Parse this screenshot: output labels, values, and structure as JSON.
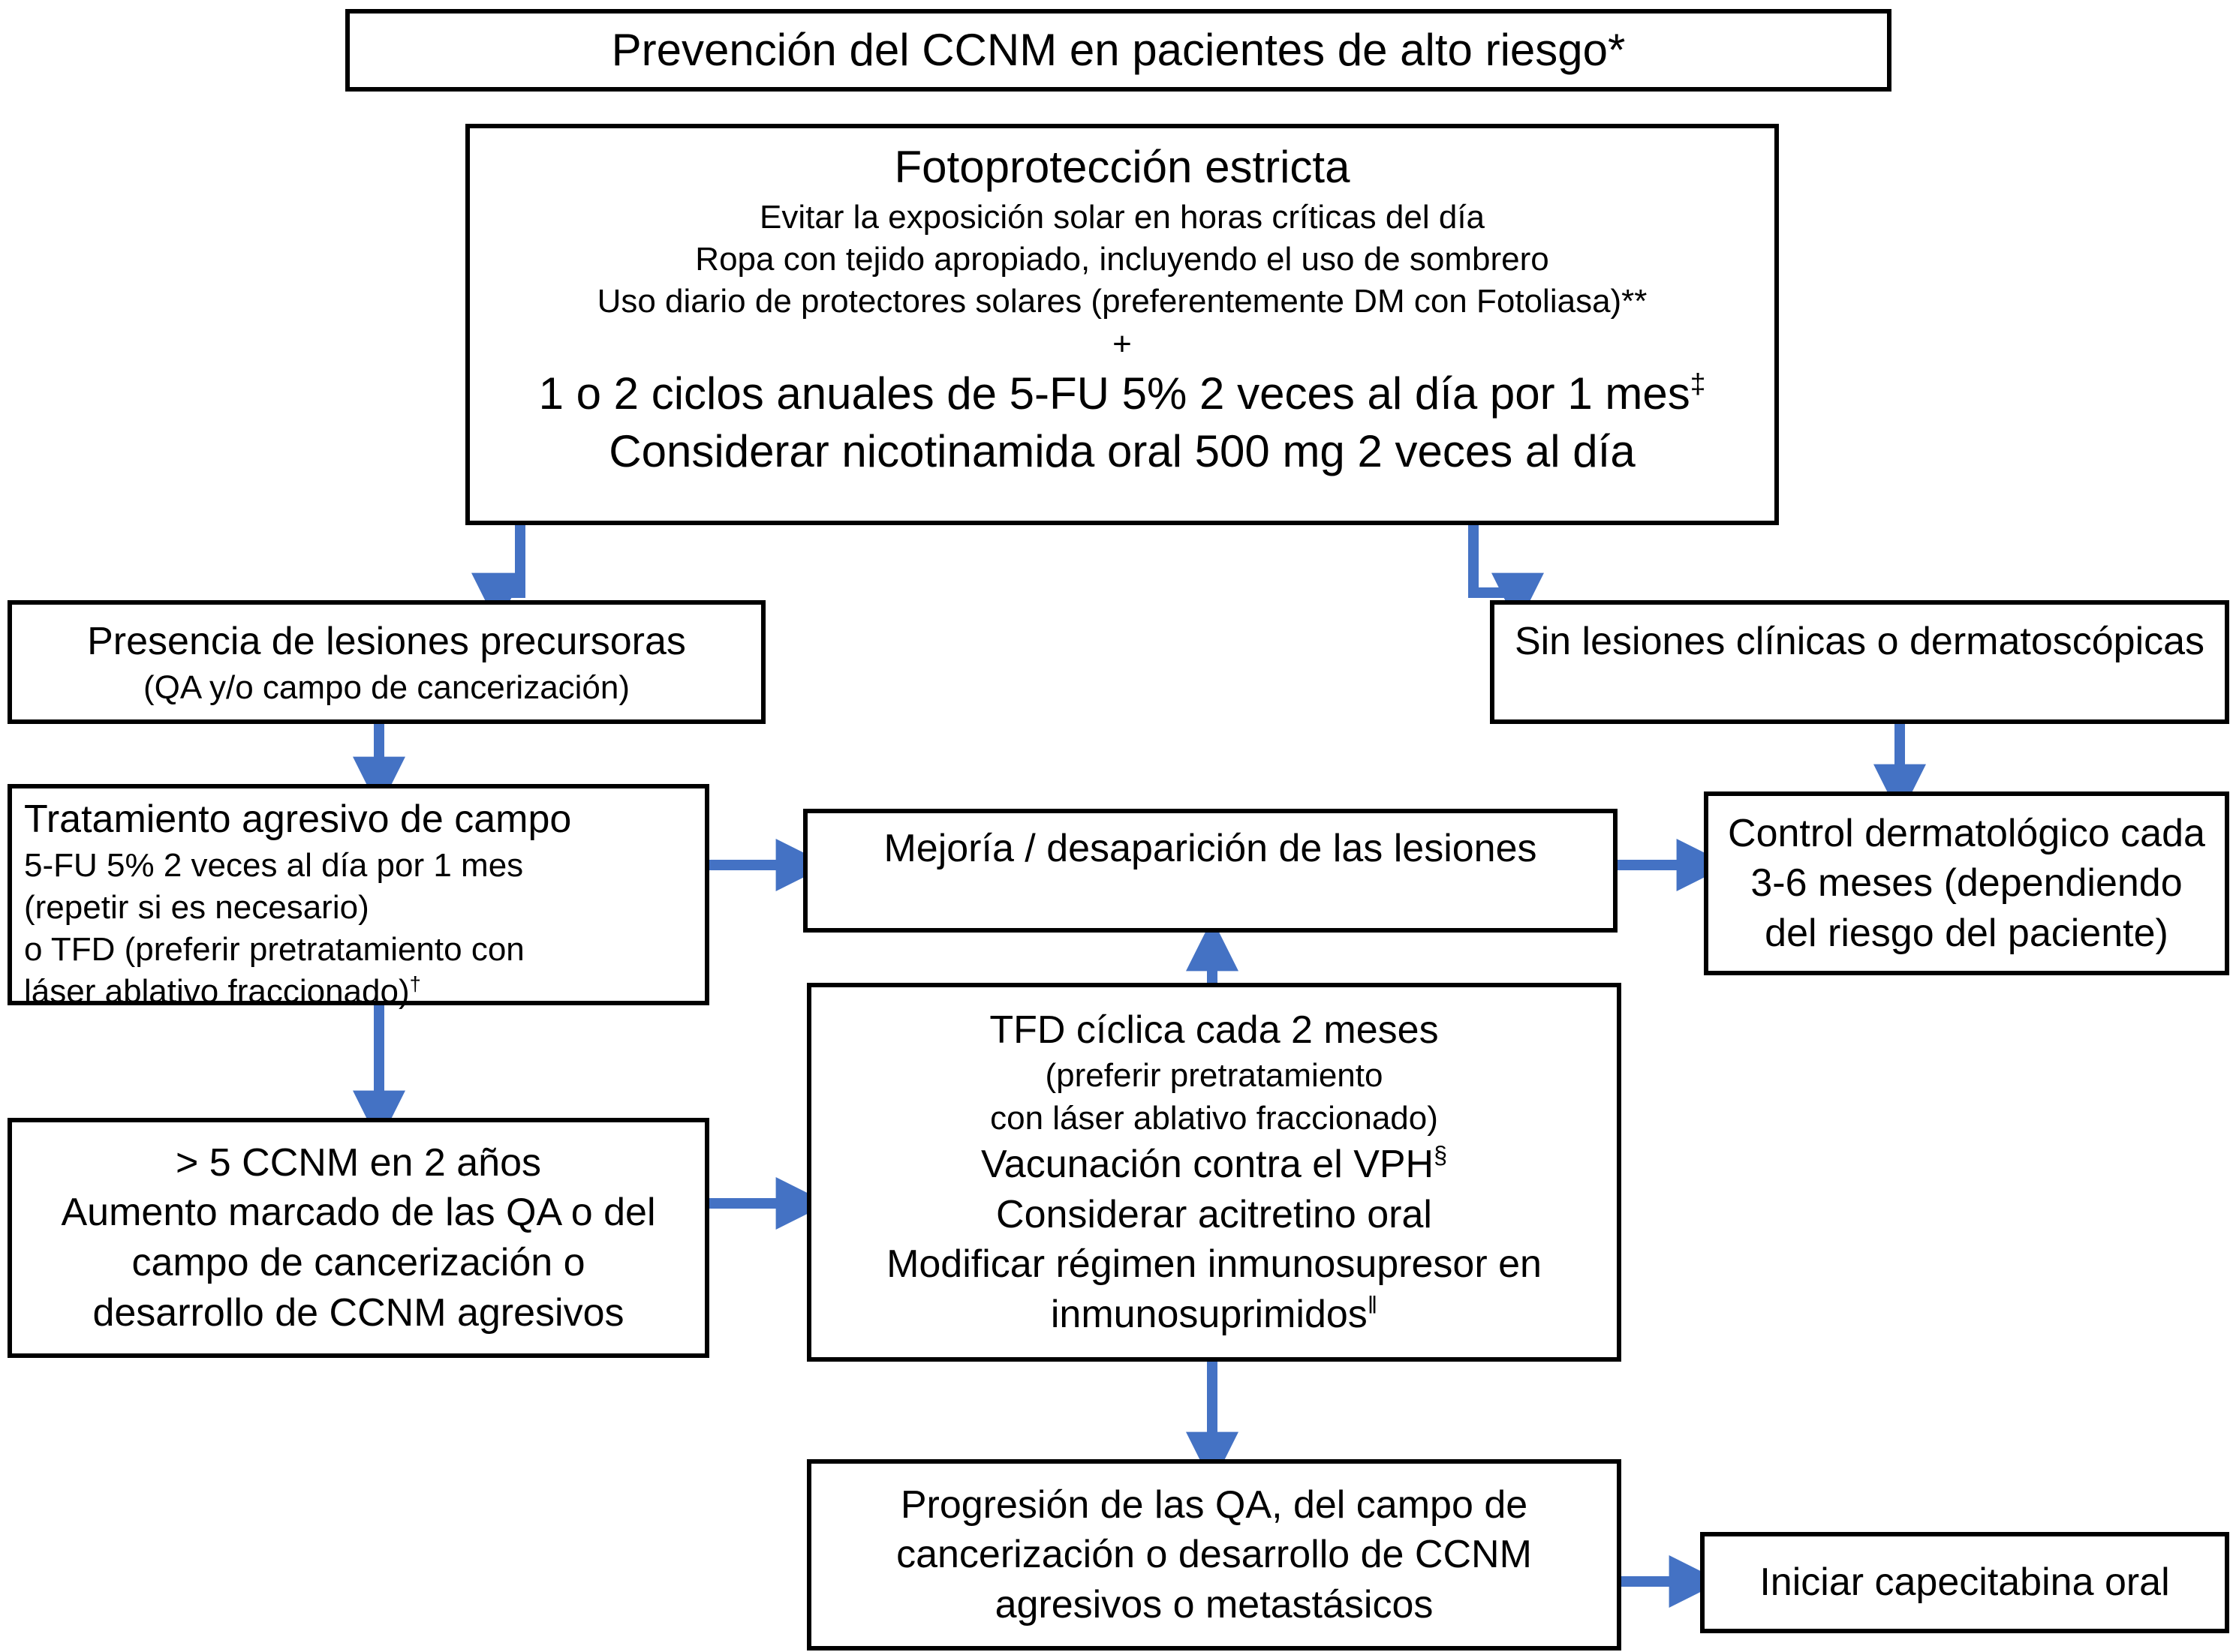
{
  "theme": {
    "arrow_color": "#4472C4",
    "border_color": "#000000",
    "background": "#ffffff"
  },
  "diagram_data": {
    "type": "flowchart",
    "title": "Prevención del CCNM en pacientes de alto riesgo*",
    "nodes": [
      {
        "id": "title",
        "label": "Prevención del CCNM en pacientes de alto riesgo*"
      },
      {
        "id": "foto",
        "label": "Fotoprotección estricta"
      },
      {
        "id": "precur",
        "label": "Presencia de lesiones precursoras (QA y/o campo de cancerización)"
      },
      {
        "id": "sinles",
        "label": "Sin lesiones clínicas o dermatoscópicas"
      },
      {
        "id": "trat",
        "label": "Tratamiento agresivo de campo"
      },
      {
        "id": "mejoria",
        "label": "Mejoría / desaparición de las lesiones"
      },
      {
        "id": "control",
        "label": "Control dermatológico cada 3-6 meses (dependiendo del riesgo del paciente)"
      },
      {
        "id": "ccnm5",
        "label": "> 5 CCNM en 2 años ..."
      },
      {
        "id": "tfd",
        "label": "TFD cíclica cada 2 meses ..."
      },
      {
        "id": "progres",
        "label": "Progresión de las QA, del campo de cancerización o desarrollo de CCNM agresivos o metastásicos"
      },
      {
        "id": "capecit",
        "label": "Iniciar capecitabina oral"
      }
    ],
    "edges": [
      {
        "from": "foto",
        "to": "precur",
        "style": "elbow-down-left"
      },
      {
        "from": "foto",
        "to": "sinles",
        "style": "elbow-down-right"
      },
      {
        "from": "precur",
        "to": "trat",
        "style": "straight-down"
      },
      {
        "from": "sinles",
        "to": "control",
        "style": "straight-down"
      },
      {
        "from": "trat",
        "to": "mejoria",
        "style": "straight-right"
      },
      {
        "from": "mejoria",
        "to": "control",
        "style": "straight-right"
      },
      {
        "from": "trat",
        "to": "ccnm5",
        "style": "straight-down"
      },
      {
        "from": "ccnm5",
        "to": "tfd",
        "style": "straight-right"
      },
      {
        "from": "tfd",
        "to": "mejoria",
        "style": "straight-up"
      },
      {
        "from": "tfd",
        "to": "progres",
        "style": "straight-down"
      },
      {
        "from": "progres",
        "to": "capecit",
        "style": "straight-right"
      }
    ]
  },
  "title_box": {
    "text": "Prevención del CCNM en pacientes de alto riesgo*"
  },
  "photoprotection_box": {
    "heading": "Fotoprotección estricta",
    "line1": "Evitar la exposición solar en horas críticas del día",
    "line2": "Ropa con tejido apropiado, incluyendo el uso de sombrero",
    "line3": "Uso diario de protectores solares (preferentemente DM con Fotoliasa)**",
    "plus": "+",
    "line4_pre": "1 o 2 ciclos anuales de 5-FU 5% 2 veces al día por 1 mes",
    "line4_sup": "‡",
    "line5": "Considerar nicotinamida oral 500 mg 2 veces al día"
  },
  "precursor_box": {
    "line1": "Presencia de lesiones precursoras",
    "line2": "(QA y/o campo de cancerización)"
  },
  "no_lesions_box": {
    "line1": "Sin lesiones clínicas o dermatoscópicas"
  },
  "aggressive_treatment_box": {
    "line1": "Tratamiento agresivo de campo",
    "line2": "5-FU 5% 2 veces al día por 1 mes",
    "line3": "(repetir si es necesario)",
    "line4": "o TFD (preferir pretratamiento con",
    "line5_pre": "láser ablativo fraccionado)",
    "line5_sup": "†"
  },
  "improvement_box": {
    "line1": "Mejoría / desaparición de las lesiones"
  },
  "dermatologic_control_box": {
    "line1": "Control dermatológico cada",
    "line2": "3-6 meses (dependiendo",
    "line3": "del riesgo del paciente)"
  },
  "five_ccnm_box": {
    "line1": "> 5 CCNM en 2 años",
    "line2": "Aumento marcado de las QA o del",
    "line3": "campo de cancerización o",
    "line4": "desarrollo de CCNM agresivos"
  },
  "cyclic_tfd_box": {
    "line1": "TFD cíclica cada 2 meses",
    "line2": "(preferir pretratamiento",
    "line3": "con láser ablativo fraccionado)",
    "line4_pre": "Vacunación contra el VPH",
    "line4_sup": "§",
    "line5": "Considerar acitretino oral",
    "line6": "Modificar régimen inmunosupresor en",
    "line7_pre": "inmunosuprimidos",
    "line7_sup": "‖"
  },
  "progression_box": {
    "line1": "Progresión de las QA, del campo de",
    "line2": "cancerización o desarrollo de CCNM",
    "line3": "agresivos o metastásicos"
  },
  "capecitabine_box": {
    "line1": "Iniciar capecitabina oral"
  }
}
